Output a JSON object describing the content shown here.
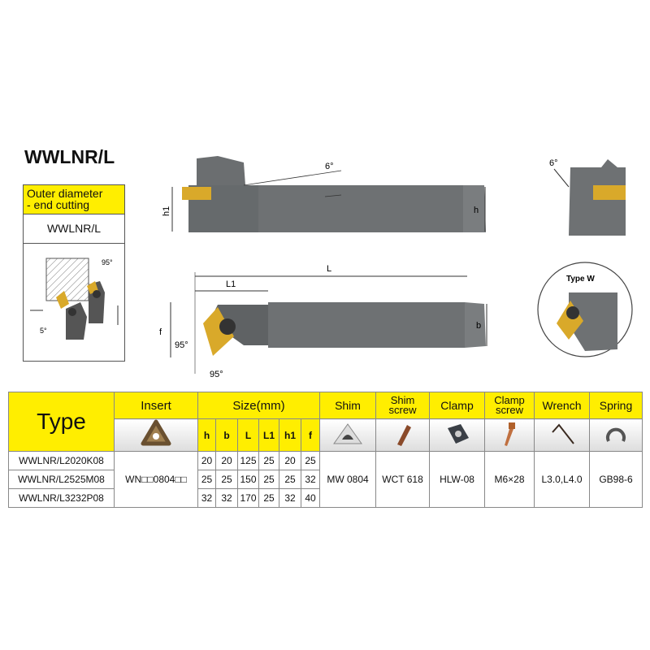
{
  "title": "WWLNR/L",
  "operation_box": {
    "header_line1": "Outer diameter",
    "header_line2": "- end cutting",
    "code": "WWLNR/L",
    "angle_top": "95°",
    "angle_bottom": "5°"
  },
  "drawing": {
    "side_angle": "6°",
    "h1": "h1",
    "h": "h",
    "L": "L",
    "L1": "L1",
    "f": "f",
    "b": "b",
    "angle_a": "95°",
    "angle_b": "95°",
    "end_angle": "6°",
    "detail_label": "Type W"
  },
  "table": {
    "headers": {
      "type": "Type",
      "insert": "Insert",
      "size": "Size(mm)",
      "shim": "Shim",
      "shim_screw_1": "Shim",
      "shim_screw_2": "screw",
      "clamp": "Clamp",
      "clamp_screw_1": "Clamp",
      "clamp_screw_2": "screw",
      "wrench": "Wrench",
      "spring": "Spring"
    },
    "size_columns": [
      "h",
      "b",
      "L",
      "L1",
      "h1",
      "f"
    ],
    "rows": [
      {
        "type": "WWLNR/L2020K08",
        "sizes": [
          "20",
          "20",
          "125",
          "25",
          "20",
          "25"
        ]
      },
      {
        "type": "WWLNR/L2525M08",
        "sizes": [
          "25",
          "25",
          "150",
          "25",
          "25",
          "32"
        ]
      },
      {
        "type": "WWLNR/L3232P08",
        "sizes": [
          "32",
          "32",
          "170",
          "25",
          "32",
          "40"
        ]
      }
    ],
    "insert": "WN□□0804□□",
    "shim": "MW 0804",
    "shim_screw": "WCT 618",
    "clamp": "HLW-08",
    "clamp_screw": "M6×28",
    "wrench": "L3.0,L4.0",
    "spring": "GB98-6"
  }
}
